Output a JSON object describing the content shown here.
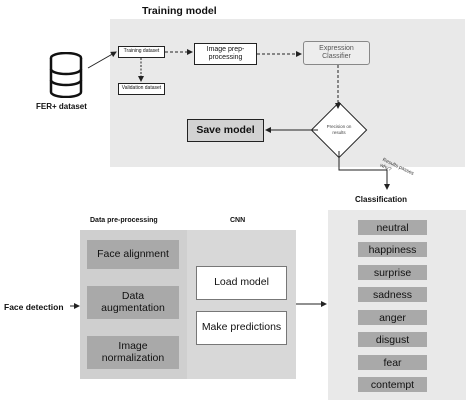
{
  "title": "Training model",
  "dataset_label": "FER+ dataset",
  "training": {
    "training_dataset": "Training dataset",
    "validation_dataset": "Validation dataset",
    "image_preprocessing": "Image prep-processing",
    "expression_classifier": "Expression Classifier",
    "save_model": "Save model",
    "decision": "Precision on results",
    "result_note": "Results passes why?"
  },
  "preprocessing": {
    "title": "Data pre-processing",
    "steps": [
      "Face alignment",
      "Data augmentation",
      "Image normalization"
    ]
  },
  "cnn": {
    "title": "CNN",
    "steps": [
      "Load model",
      "Make predictions"
    ]
  },
  "face_detection": "Face detection",
  "classification": {
    "title": "Classification",
    "items": [
      "neutral",
      "happiness",
      "surprise",
      "sadness",
      "anger",
      "disgust",
      "fear",
      "contempt"
    ]
  },
  "colors": {
    "panel": "#e9e9e9",
    "dark_gray": "#a9a9a9",
    "mid_gray": "#cfcfcf"
  }
}
